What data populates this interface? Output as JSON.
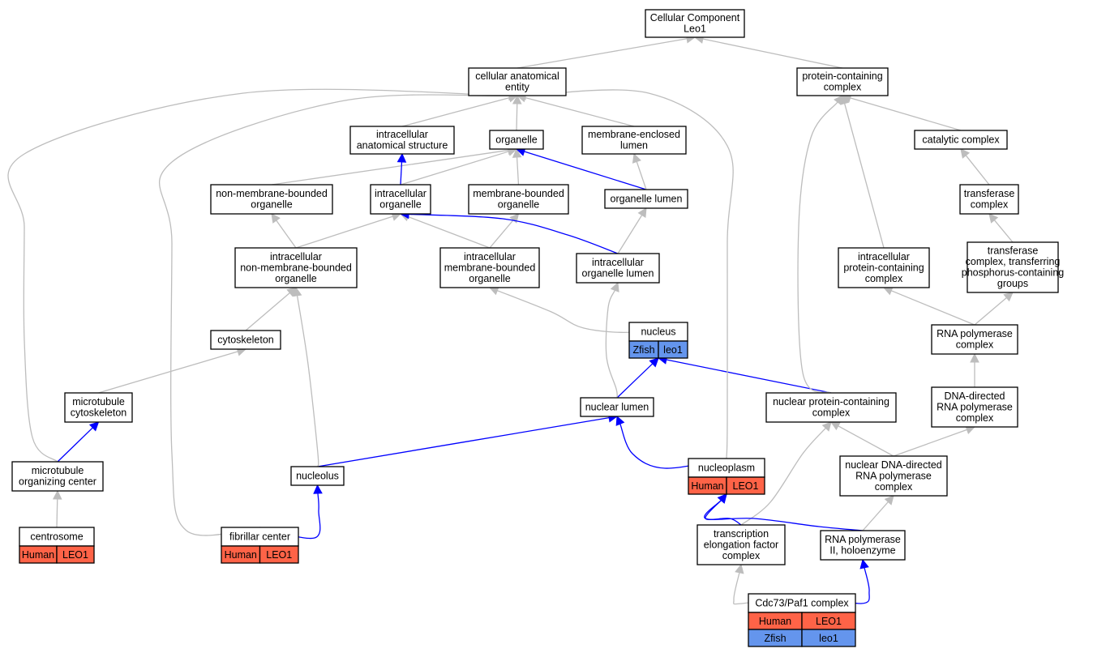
{
  "colors": {
    "human": "#FF6347",
    "zfish": "#6495ED",
    "edge_gray": "#BDBDBD",
    "edge_blue": "#0000FF"
  },
  "nodes": [
    {
      "id": "cellular-component",
      "lines": [
        "Cellular Component",
        "Leo1"
      ]
    },
    {
      "id": "cellular-anatomical-entity",
      "lines": [
        "cellular anatomical",
        "entity"
      ]
    },
    {
      "id": "protein-containing-complex",
      "lines": [
        "protein-containing",
        "complex"
      ]
    },
    {
      "id": "intracellular-anatomical-structure",
      "lines": [
        "intracellular",
        "anatomical structure"
      ]
    },
    {
      "id": "organelle",
      "lines": [
        "organelle"
      ]
    },
    {
      "id": "membrane-enclosed-lumen",
      "lines": [
        "membrane-enclosed",
        "lumen"
      ]
    },
    {
      "id": "catalytic-complex",
      "lines": [
        "catalytic complex"
      ]
    },
    {
      "id": "non-membrane-bounded-organelle",
      "lines": [
        "non-membrane-bounded",
        "organelle"
      ]
    },
    {
      "id": "intracellular-organelle",
      "lines": [
        "intracellular",
        "organelle"
      ]
    },
    {
      "id": "membrane-bounded-organelle",
      "lines": [
        "membrane-bounded",
        "organelle"
      ]
    },
    {
      "id": "organelle-lumen",
      "lines": [
        "organelle lumen"
      ]
    },
    {
      "id": "transferase-complex",
      "lines": [
        "transferase",
        "complex"
      ]
    },
    {
      "id": "intracellular-non-membrane-bounded-organelle",
      "lines": [
        "intracellular",
        "non-membrane-bounded",
        "organelle"
      ]
    },
    {
      "id": "intracellular-membrane-bounded-organelle",
      "lines": [
        "intracellular",
        "membrane-bounded",
        "organelle"
      ]
    },
    {
      "id": "intracellular-organelle-lumen",
      "lines": [
        "intracellular",
        "organelle lumen"
      ]
    },
    {
      "id": "intracellular-protein-containing-complex",
      "lines": [
        "intracellular",
        "protein-containing",
        "complex"
      ]
    },
    {
      "id": "transferase-complex-phosphorus",
      "lines": [
        "transferase",
        "complex, transferring",
        "phosphorus-containing",
        "groups"
      ]
    },
    {
      "id": "cytoskeleton",
      "lines": [
        "cytoskeleton"
      ]
    },
    {
      "id": "nucleus",
      "lines": [
        "nucleus"
      ],
      "tags": [
        [
          "Zfish",
          "leo1"
        ]
      ]
    },
    {
      "id": "rna-polymerase-complex",
      "lines": [
        "RNA polymerase",
        "complex"
      ]
    },
    {
      "id": "microtubule-cytoskeleton",
      "lines": [
        "microtubule",
        "cytoskeleton"
      ]
    },
    {
      "id": "nuclear-lumen",
      "lines": [
        "nuclear lumen"
      ]
    },
    {
      "id": "nuclear-protein-containing-complex",
      "lines": [
        "nuclear protein-containing",
        "complex"
      ]
    },
    {
      "id": "dna-directed-rna-polymerase-complex",
      "lines": [
        "DNA-directed",
        "RNA polymerase",
        "complex"
      ]
    },
    {
      "id": "microtubule-organizing-center",
      "lines": [
        "microtubule",
        "organizing center"
      ]
    },
    {
      "id": "nucleolus",
      "lines": [
        "nucleolus"
      ]
    },
    {
      "id": "nucleoplasm",
      "lines": [
        "nucleoplasm"
      ],
      "tags": [
        [
          "Human",
          "LEO1"
        ]
      ]
    },
    {
      "id": "nuclear-dna-directed-rna-polymerase-complex",
      "lines": [
        "nuclear DNA-directed",
        "RNA polymerase",
        "complex"
      ]
    },
    {
      "id": "centrosome",
      "lines": [
        "centrosome"
      ],
      "tags": [
        [
          "Human",
          "LEO1"
        ]
      ]
    },
    {
      "id": "fibrillar-center",
      "lines": [
        "fibrillar center"
      ],
      "tags": [
        [
          "Human",
          "LEO1"
        ]
      ]
    },
    {
      "id": "transcription-elongation-factor-complex",
      "lines": [
        "transcription",
        "elongation factor",
        "complex"
      ]
    },
    {
      "id": "rna-polymerase-ii-holoenzyme",
      "lines": [
        "RNA polymerase",
        "II, holoenzyme"
      ]
    },
    {
      "id": "cdc73-paf1-complex",
      "lines": [
        "Cdc73/Paf1 complex"
      ],
      "tags": [
        [
          "Human",
          "LEO1"
        ],
        [
          "Zfish",
          "leo1"
        ]
      ]
    }
  ],
  "edges": [
    {
      "from": "cellular-anatomical-entity",
      "to": "cellular-component",
      "kind": "gray"
    },
    {
      "from": "protein-containing-complex",
      "to": "cellular-component",
      "kind": "gray"
    },
    {
      "from": "intracellular-anatomical-structure",
      "to": "cellular-anatomical-entity",
      "kind": "gray"
    },
    {
      "from": "organelle",
      "to": "cellular-anatomical-entity",
      "kind": "gray"
    },
    {
      "from": "membrane-enclosed-lumen",
      "to": "cellular-anatomical-entity",
      "kind": "gray"
    },
    {
      "from": "catalytic-complex",
      "to": "protein-containing-complex",
      "kind": "gray"
    },
    {
      "from": "non-membrane-bounded-organelle",
      "to": "organelle",
      "kind": "gray"
    },
    {
      "from": "intracellular-organelle",
      "to": "organelle",
      "kind": "gray"
    },
    {
      "from": "intracellular-organelle",
      "to": "intracellular-anatomical-structure",
      "kind": "blue"
    },
    {
      "from": "membrane-bounded-organelle",
      "to": "organelle",
      "kind": "gray"
    },
    {
      "from": "organelle-lumen",
      "to": "organelle",
      "kind": "blue"
    },
    {
      "from": "organelle-lumen",
      "to": "membrane-enclosed-lumen",
      "kind": "gray"
    },
    {
      "from": "transferase-complex",
      "to": "catalytic-complex",
      "kind": "gray"
    },
    {
      "from": "intracellular-non-membrane-bounded-organelle",
      "to": "non-membrane-bounded-organelle",
      "kind": "gray"
    },
    {
      "from": "intracellular-non-membrane-bounded-organelle",
      "to": "intracellular-organelle",
      "kind": "gray"
    },
    {
      "from": "intracellular-membrane-bounded-organelle",
      "to": "intracellular-organelle",
      "kind": "gray"
    },
    {
      "from": "intracellular-membrane-bounded-organelle",
      "to": "membrane-bounded-organelle",
      "kind": "gray"
    },
    {
      "from": "intracellular-organelle-lumen",
      "to": "intracellular-organelle",
      "kind": "blue"
    },
    {
      "from": "intracellular-organelle-lumen",
      "to": "organelle-lumen",
      "kind": "gray"
    },
    {
      "from": "intracellular-protein-containing-complex",
      "to": "protein-containing-complex",
      "kind": "gray"
    },
    {
      "from": "transferase-complex-phosphorus",
      "to": "transferase-complex",
      "kind": "gray"
    },
    {
      "from": "cytoskeleton",
      "to": "intracellular-non-membrane-bounded-organelle",
      "kind": "gray"
    },
    {
      "from": "nucleus",
      "to": "intracellular-membrane-bounded-organelle",
      "kind": "gray"
    },
    {
      "from": "rna-polymerase-complex",
      "to": "intracellular-protein-containing-complex",
      "kind": "gray"
    },
    {
      "from": "rna-polymerase-complex",
      "to": "transferase-complex-phosphorus",
      "kind": "gray"
    },
    {
      "from": "microtubule-cytoskeleton",
      "to": "cytoskeleton",
      "kind": "gray"
    },
    {
      "from": "nuclear-lumen",
      "to": "nucleus",
      "kind": "blue"
    },
    {
      "from": "nuclear-lumen",
      "to": "intracellular-organelle-lumen",
      "kind": "gray"
    },
    {
      "from": "nuclear-protein-containing-complex",
      "to": "nucleus",
      "kind": "blue"
    },
    {
      "from": "nuclear-protein-containing-complex",
      "to": "protein-containing-complex",
      "kind": "gray"
    },
    {
      "from": "dna-directed-rna-polymerase-complex",
      "to": "rna-polymerase-complex",
      "kind": "gray"
    },
    {
      "from": "microtubule-organizing-center",
      "to": "microtubule-cytoskeleton",
      "kind": "blue"
    },
    {
      "from": "microtubule-organizing-center",
      "to": "cellular-anatomical-entity",
      "kind": "gray"
    },
    {
      "from": "nucleolus",
      "to": "nuclear-lumen",
      "kind": "blue"
    },
    {
      "from": "nucleolus",
      "to": "intracellular-non-membrane-bounded-organelle",
      "kind": "gray"
    },
    {
      "from": "nucleoplasm",
      "to": "nuclear-lumen",
      "kind": "blue"
    },
    {
      "from": "nucleoplasm",
      "to": "cellular-anatomical-entity",
      "kind": "gray"
    },
    {
      "from": "nuclear-dna-directed-rna-polymerase-complex",
      "to": "nuclear-protein-containing-complex",
      "kind": "gray"
    },
    {
      "from": "nuclear-dna-directed-rna-polymerase-complex",
      "to": "dna-directed-rna-polymerase-complex",
      "kind": "gray"
    },
    {
      "from": "centrosome",
      "to": "microtubule-organizing-center",
      "kind": "gray"
    },
    {
      "from": "fibrillar-center",
      "to": "nucleolus",
      "kind": "blue"
    },
    {
      "from": "fibrillar-center",
      "to": "cellular-anatomical-entity",
      "kind": "gray"
    },
    {
      "from": "transcription-elongation-factor-complex",
      "to": "nucleoplasm",
      "kind": "blue"
    },
    {
      "from": "transcription-elongation-factor-complex",
      "to": "nuclear-protein-containing-complex",
      "kind": "gray"
    },
    {
      "from": "rna-polymerase-ii-holoenzyme",
      "to": "nucleoplasm",
      "kind": "blue"
    },
    {
      "from": "rna-polymerase-ii-holoenzyme",
      "to": "nuclear-dna-directed-rna-polymerase-complex",
      "kind": "gray"
    },
    {
      "from": "cdc73-paf1-complex",
      "to": "transcription-elongation-factor-complex",
      "kind": "gray"
    },
    {
      "from": "cdc73-paf1-complex",
      "to": "rna-polymerase-ii-holoenzyme",
      "kind": "blue"
    }
  ]
}
